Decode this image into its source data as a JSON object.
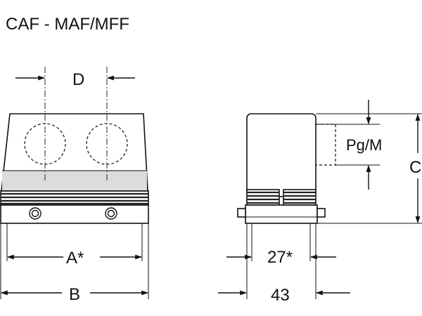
{
  "title": "CAF - MAF/MFF",
  "front_view": {
    "dim_top": "D",
    "dim_lower_inner": "A*",
    "dim_lower_outer": "B"
  },
  "side_view": {
    "dim_gland": "Pg/M",
    "dim_height": "C",
    "dim_lower_inner": "27*",
    "dim_lower_outer": "43"
  },
  "colors": {
    "line": "#111111",
    "shade": "#dcdcdc",
    "background": "#ffffff"
  }
}
